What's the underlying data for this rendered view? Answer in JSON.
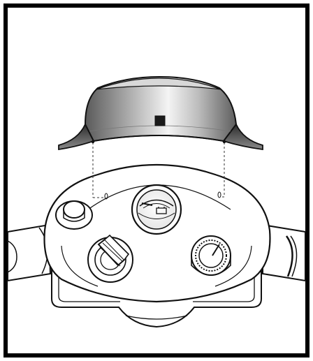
{
  "illustration": {
    "kind": "scooter-tiller-console-with-detachable-shroud",
    "parts": [
      "shroud",
      "shroud-center-button",
      "tiller-console",
      "battery-gauge",
      "key-switch",
      "speed-knob",
      "horn-button",
      "left-handlebar",
      "right-handlebar"
    ],
    "gauge_icon": "battery-icon",
    "colors": {
      "outline": "#111111",
      "frame": "#000000",
      "shroud_dark": "#6e6e6e",
      "shroud_light": "#f2f2f2",
      "console_fill": "#ffffff",
      "leader_line": "#333333"
    }
  }
}
